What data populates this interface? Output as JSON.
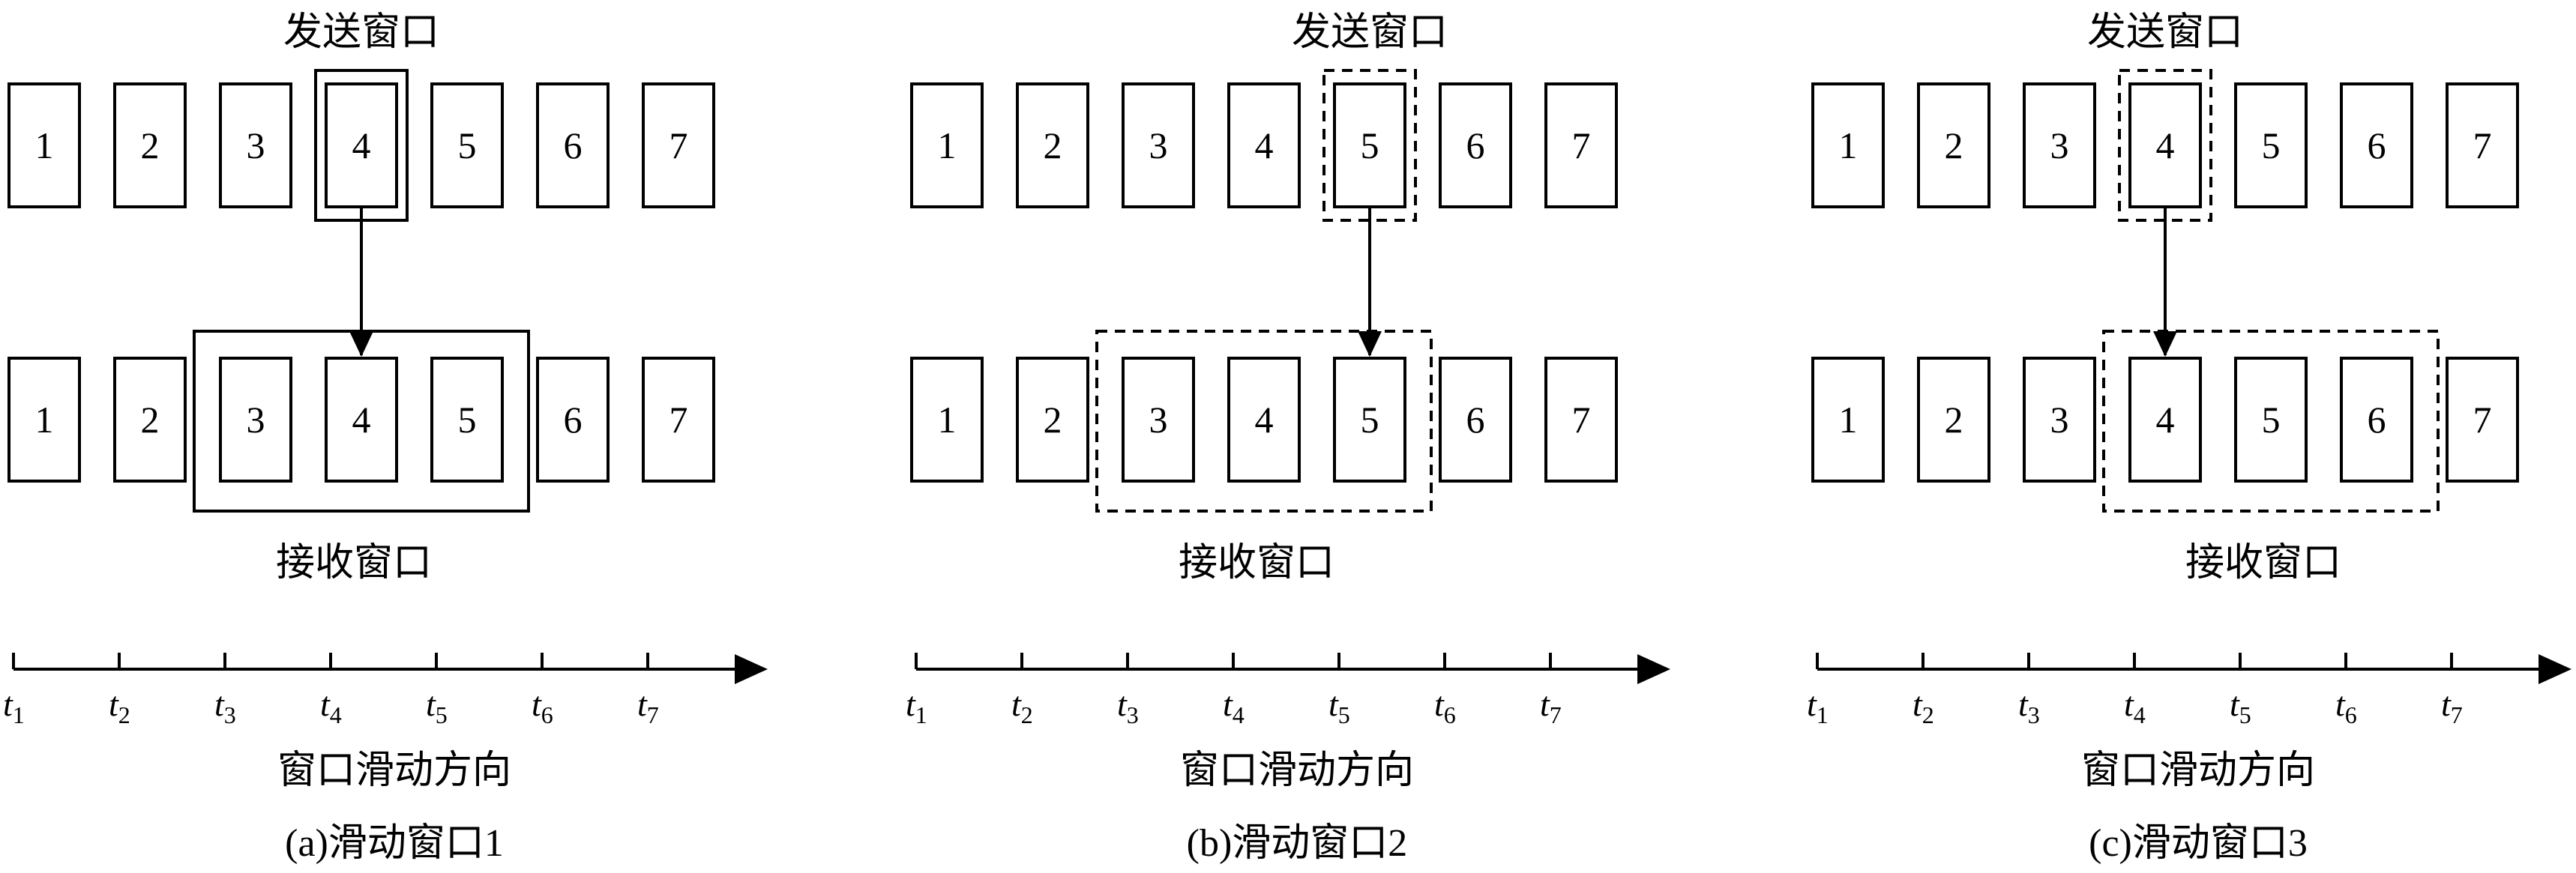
{
  "panels": [
    {
      "id": "a",
      "send_label": "发送窗口",
      "recv_label": "接收窗口",
      "axis_label": "窗口滑动方向",
      "caption": "(a)滑动窗口1",
      "top_frames": [
        "1",
        "2",
        "3",
        "4",
        "5",
        "6",
        "7"
      ],
      "bottom_frames": [
        "1",
        "2",
        "3",
        "4",
        "5",
        "6",
        "7"
      ],
      "send_window_frame": 4,
      "recv_window_frames": [
        3,
        5
      ],
      "window_style": "solid",
      "time_labels": [
        "1",
        "2",
        "3",
        "4",
        "5",
        "6",
        "7"
      ]
    },
    {
      "id": "b",
      "send_label": "发送窗口",
      "recv_label": "接收窗口",
      "axis_label": "窗口滑动方向",
      "caption": "(b)滑动窗口2",
      "top_frames": [
        "1",
        "2",
        "3",
        "4",
        "5",
        "6",
        "7"
      ],
      "bottom_frames": [
        "1",
        "2",
        "3",
        "4",
        "5",
        "6",
        "7"
      ],
      "send_window_frame": 5,
      "recv_window_frames": [
        3,
        5
      ],
      "window_style": "dashed",
      "time_labels": [
        "1",
        "2",
        "3",
        "4",
        "5",
        "6",
        "7"
      ]
    },
    {
      "id": "c",
      "send_label": "发送窗口",
      "recv_label": "接收窗口",
      "axis_label": "窗口滑动方向",
      "caption": "(c)滑动窗口3",
      "top_frames": [
        "1",
        "2",
        "3",
        "4",
        "5",
        "6",
        "7"
      ],
      "bottom_frames": [
        "1",
        "2",
        "3",
        "4",
        "5",
        "6",
        "7"
      ],
      "send_window_frame": 4,
      "recv_window_frames": [
        4,
        6
      ],
      "window_style": "dashed",
      "time_labels": [
        "1",
        "2",
        "3",
        "4",
        "5",
        "6",
        "7"
      ]
    }
  ],
  "time_prefix": "t"
}
